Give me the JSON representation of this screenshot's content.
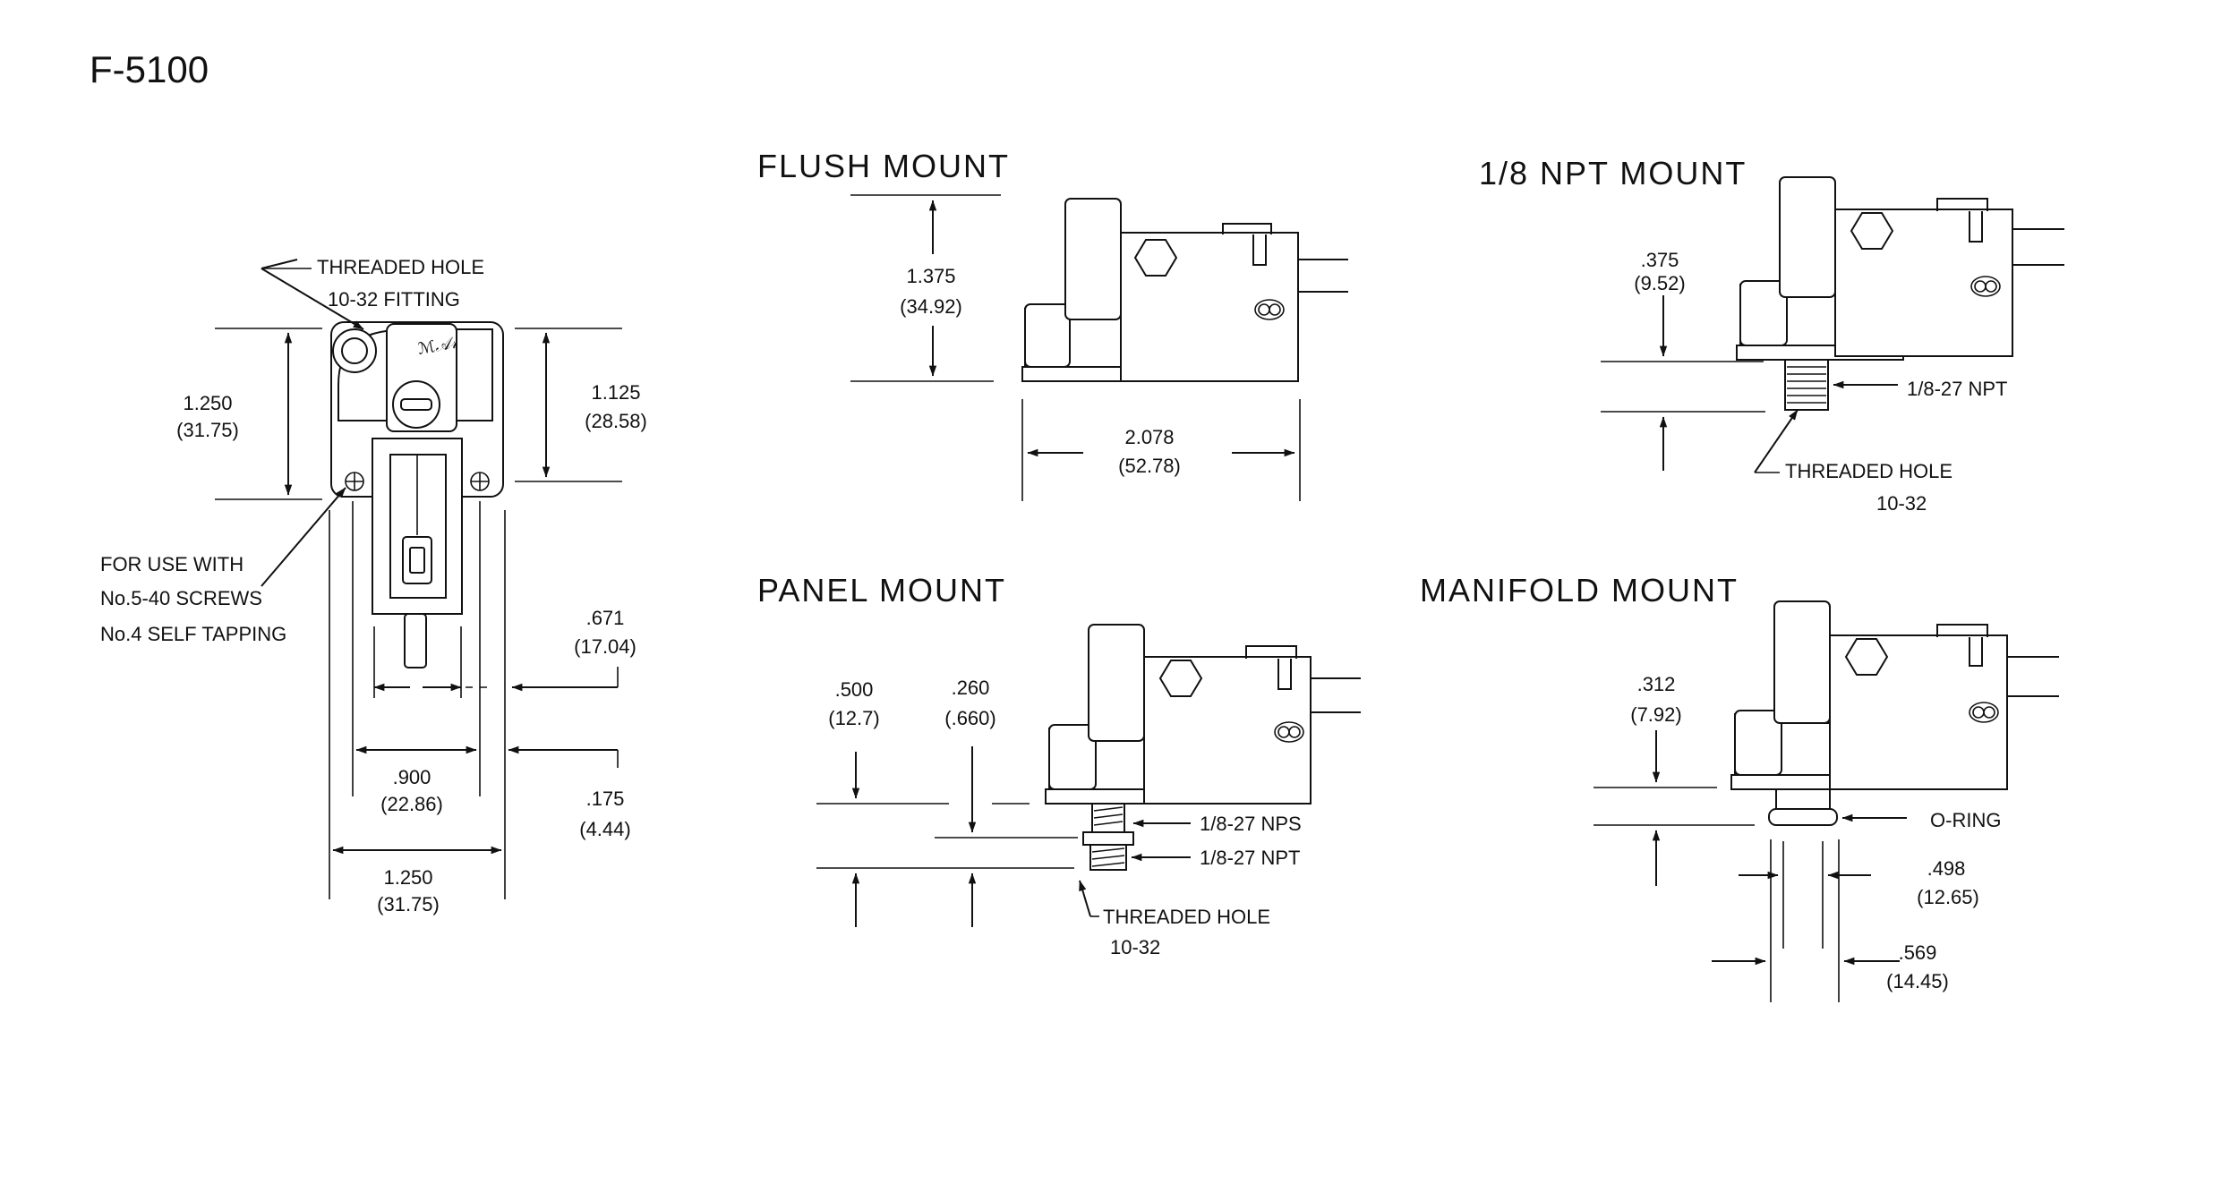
{
  "title": "F-5100",
  "front_view": {
    "threaded_hole_label": "THREADED HOLE",
    "threaded_hole_fitting": "10-32 FITTING",
    "height_left": "1.250",
    "height_left_mm": "(31.75)",
    "height_right": "1.125",
    "height_right_mm": "(28.58)",
    "screws_line1": "FOR USE WITH",
    "screws_line2": "No.5-40 SCREWS",
    "screws_line3": "No.4 SELF TAPPING",
    "terminal_width": ".671",
    "terminal_width_mm": "(17.04)",
    "hole_spacing": ".900",
    "hole_spacing_mm": "(22.86)",
    "offset": ".175",
    "offset_mm": "(4.44)",
    "overall_width": "1.250",
    "overall_width_mm": "(31.75)"
  },
  "flush_mount": {
    "title": "FLUSH MOUNT",
    "height": "1.375",
    "height_mm": "(34.92)",
    "length": "2.078",
    "length_mm": "(52.78)"
  },
  "npt_mount": {
    "title": "1/8 NPT MOUNT",
    "dim": ".375",
    "dim_mm": "(9.52)",
    "thread_label": "1/8-27 NPT",
    "hole_label": "THREADED HOLE",
    "hole_size": "10-32"
  },
  "panel_mount": {
    "title": "PANEL MOUNT",
    "dim1": ".500",
    "dim1_mm": "(12.7)",
    "dim2": ".260",
    "dim2_mm": "(.660)",
    "nps_label": "1/8-27 NPS",
    "npt_label": "1/8-27 NPT",
    "hole_label": "THREADED HOLE",
    "hole_size": "10-32"
  },
  "manifold_mount": {
    "title": "MANIFOLD  MOUNT",
    "dim": ".312",
    "dim_mm": "(7.92)",
    "oring_label": "O-RING",
    "dim2": ".498",
    "dim2_mm": "(12.65)",
    "dim3": ".569",
    "dim3_mm": "(14.45)"
  }
}
